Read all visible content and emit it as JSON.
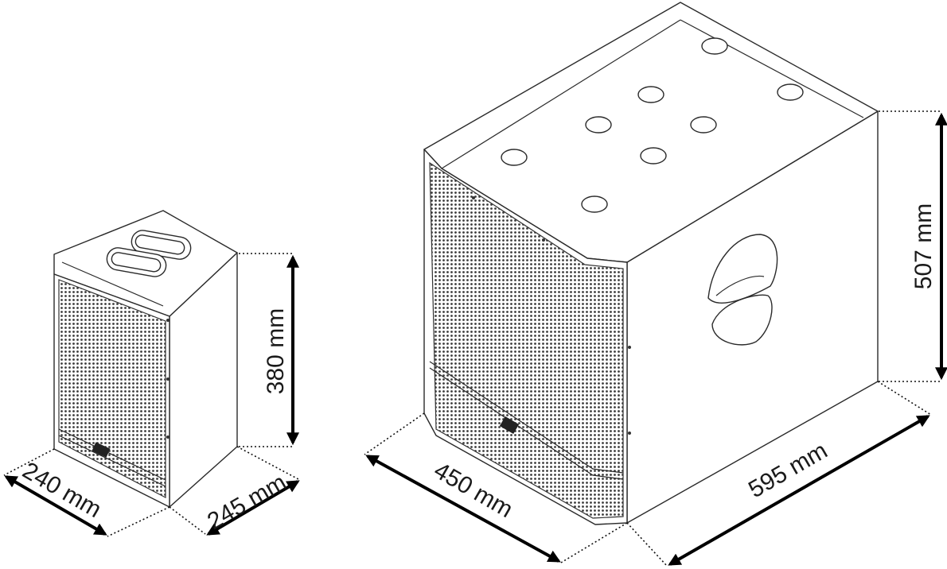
{
  "dimensions": {
    "small_height": "380 mm",
    "small_width": "240 mm",
    "small_depth": "245 mm",
    "sub_height": "507 mm",
    "sub_width": "450 mm",
    "sub_depth": "595 mm"
  }
}
